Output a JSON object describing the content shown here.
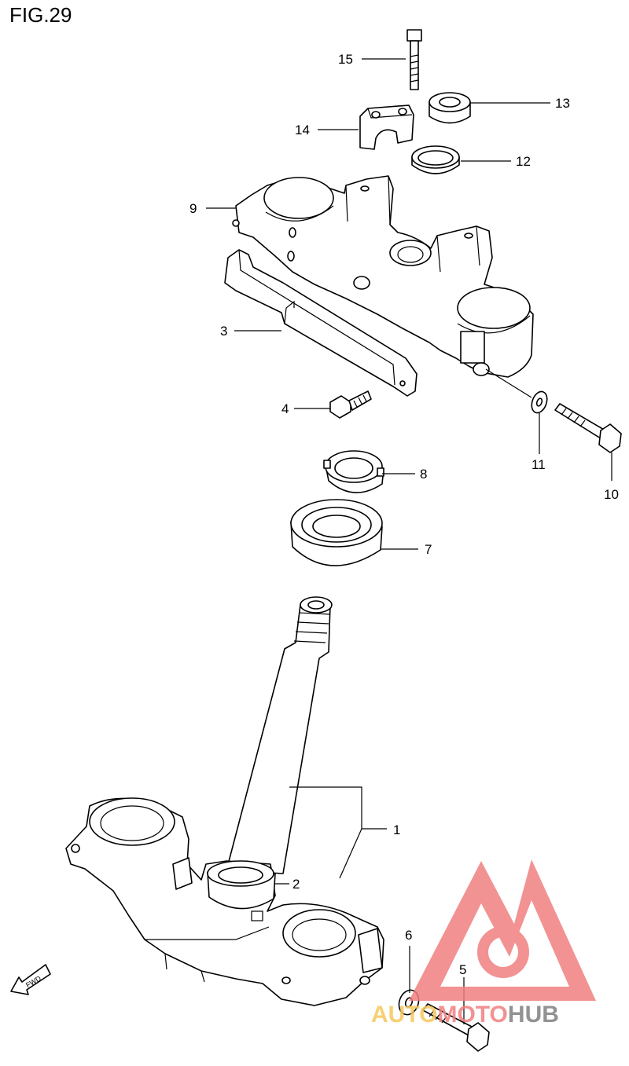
{
  "figure": {
    "title": "FIG.29"
  },
  "callouts": [
    "1",
    "2",
    "3",
    "4",
    "5",
    "6",
    "7",
    "8",
    "9",
    "10",
    "11",
    "12",
    "13",
    "14",
    "15"
  ],
  "fwd_label": "FWD",
  "watermark": {
    "text_part1": "AUTO",
    "text_part2": "MOTO",
    "text_part3": "HUB",
    "colors": {
      "triangle": "#f08080",
      "part1": "#f5c85a",
      "part2": "#f08080",
      "part3": "#808080"
    }
  }
}
